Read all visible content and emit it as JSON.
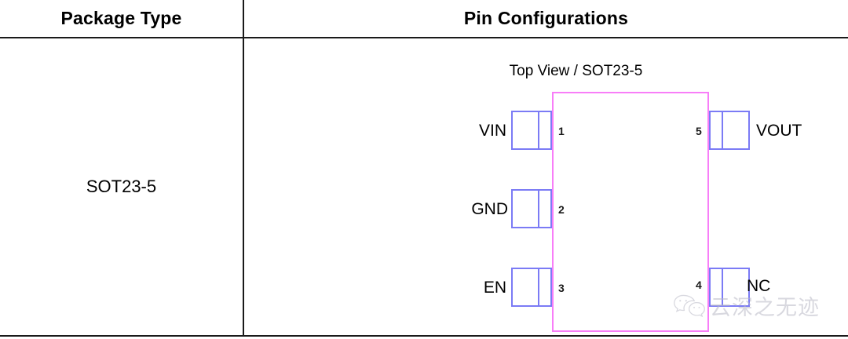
{
  "table": {
    "headers": {
      "package_type": "Package Type",
      "pin_configurations": "Pin Configurations"
    },
    "rows": [
      {
        "package_type": "SOT23-5"
      }
    ]
  },
  "diagram": {
    "caption": "Top View / SOT23-5",
    "package_outline_color": "#f87ef8",
    "pad_color": "#7b7bf5",
    "pins": [
      {
        "number": "1",
        "name": "VIN",
        "side": "left"
      },
      {
        "number": "2",
        "name": "GND",
        "side": "left"
      },
      {
        "number": "3",
        "name": "EN",
        "side": "left"
      },
      {
        "number": "4",
        "name": "NC",
        "side": "right"
      },
      {
        "number": "5",
        "name": "VOUT",
        "side": "right"
      }
    ]
  },
  "watermark": {
    "text": "云深之无迹",
    "logo": "wechat-icon",
    "color": "#b9b9c6"
  }
}
